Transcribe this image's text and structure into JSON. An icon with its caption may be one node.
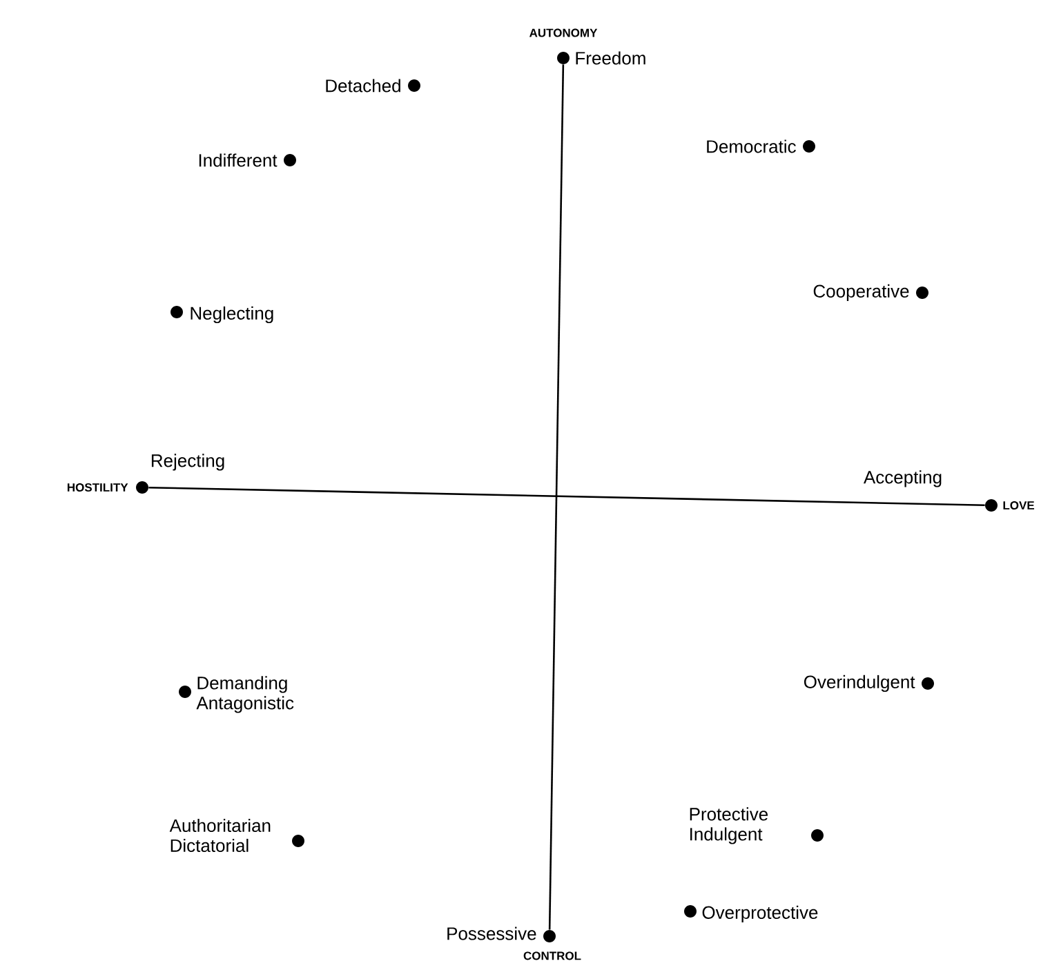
{
  "diagram": {
    "nodes": [
      {
        "text": [
          "Freedom"
        ],
        "beside": [
          "AUTONOMY"
        ]
      },
      {
        "text": [
          "Detached"
        ]
      },
      {
        "text": [
          "Democratic"
        ]
      },
      {
        "text": [
          "Indifferent"
        ]
      },
      {
        "text": [
          "Cooperative"
        ]
      },
      {
        "text": [
          "Neglecting"
        ]
      },
      {
        "text": [
          "Rejecting"
        ],
        "beside": [
          "HOSTILITY"
        ]
      },
      {
        "text": [
          "Accepting"
        ],
        "beside": [
          "LOVE"
        ]
      },
      {
        "text": [
          "Overindulgent"
        ]
      },
      {
        "text": [
          "Demanding Antagonistic"
        ]
      },
      {
        "text": [
          "Authoritarian Dictatorial"
        ]
      },
      {
        "text": [
          "Protective Indulgent"
        ]
      },
      {
        "text": [
          "Overprotective"
        ]
      },
      {
        "text": [
          "Possessive"
        ],
        "beside": [
          "CONTROL"
        ]
      }
    ],
    "edges": [
      {
        "from": 0,
        "to": 13,
        "arrow": "none"
      },
      {
        "from": 6,
        "to": 7,
        "arrow": "none"
      }
    ]
  }
}
